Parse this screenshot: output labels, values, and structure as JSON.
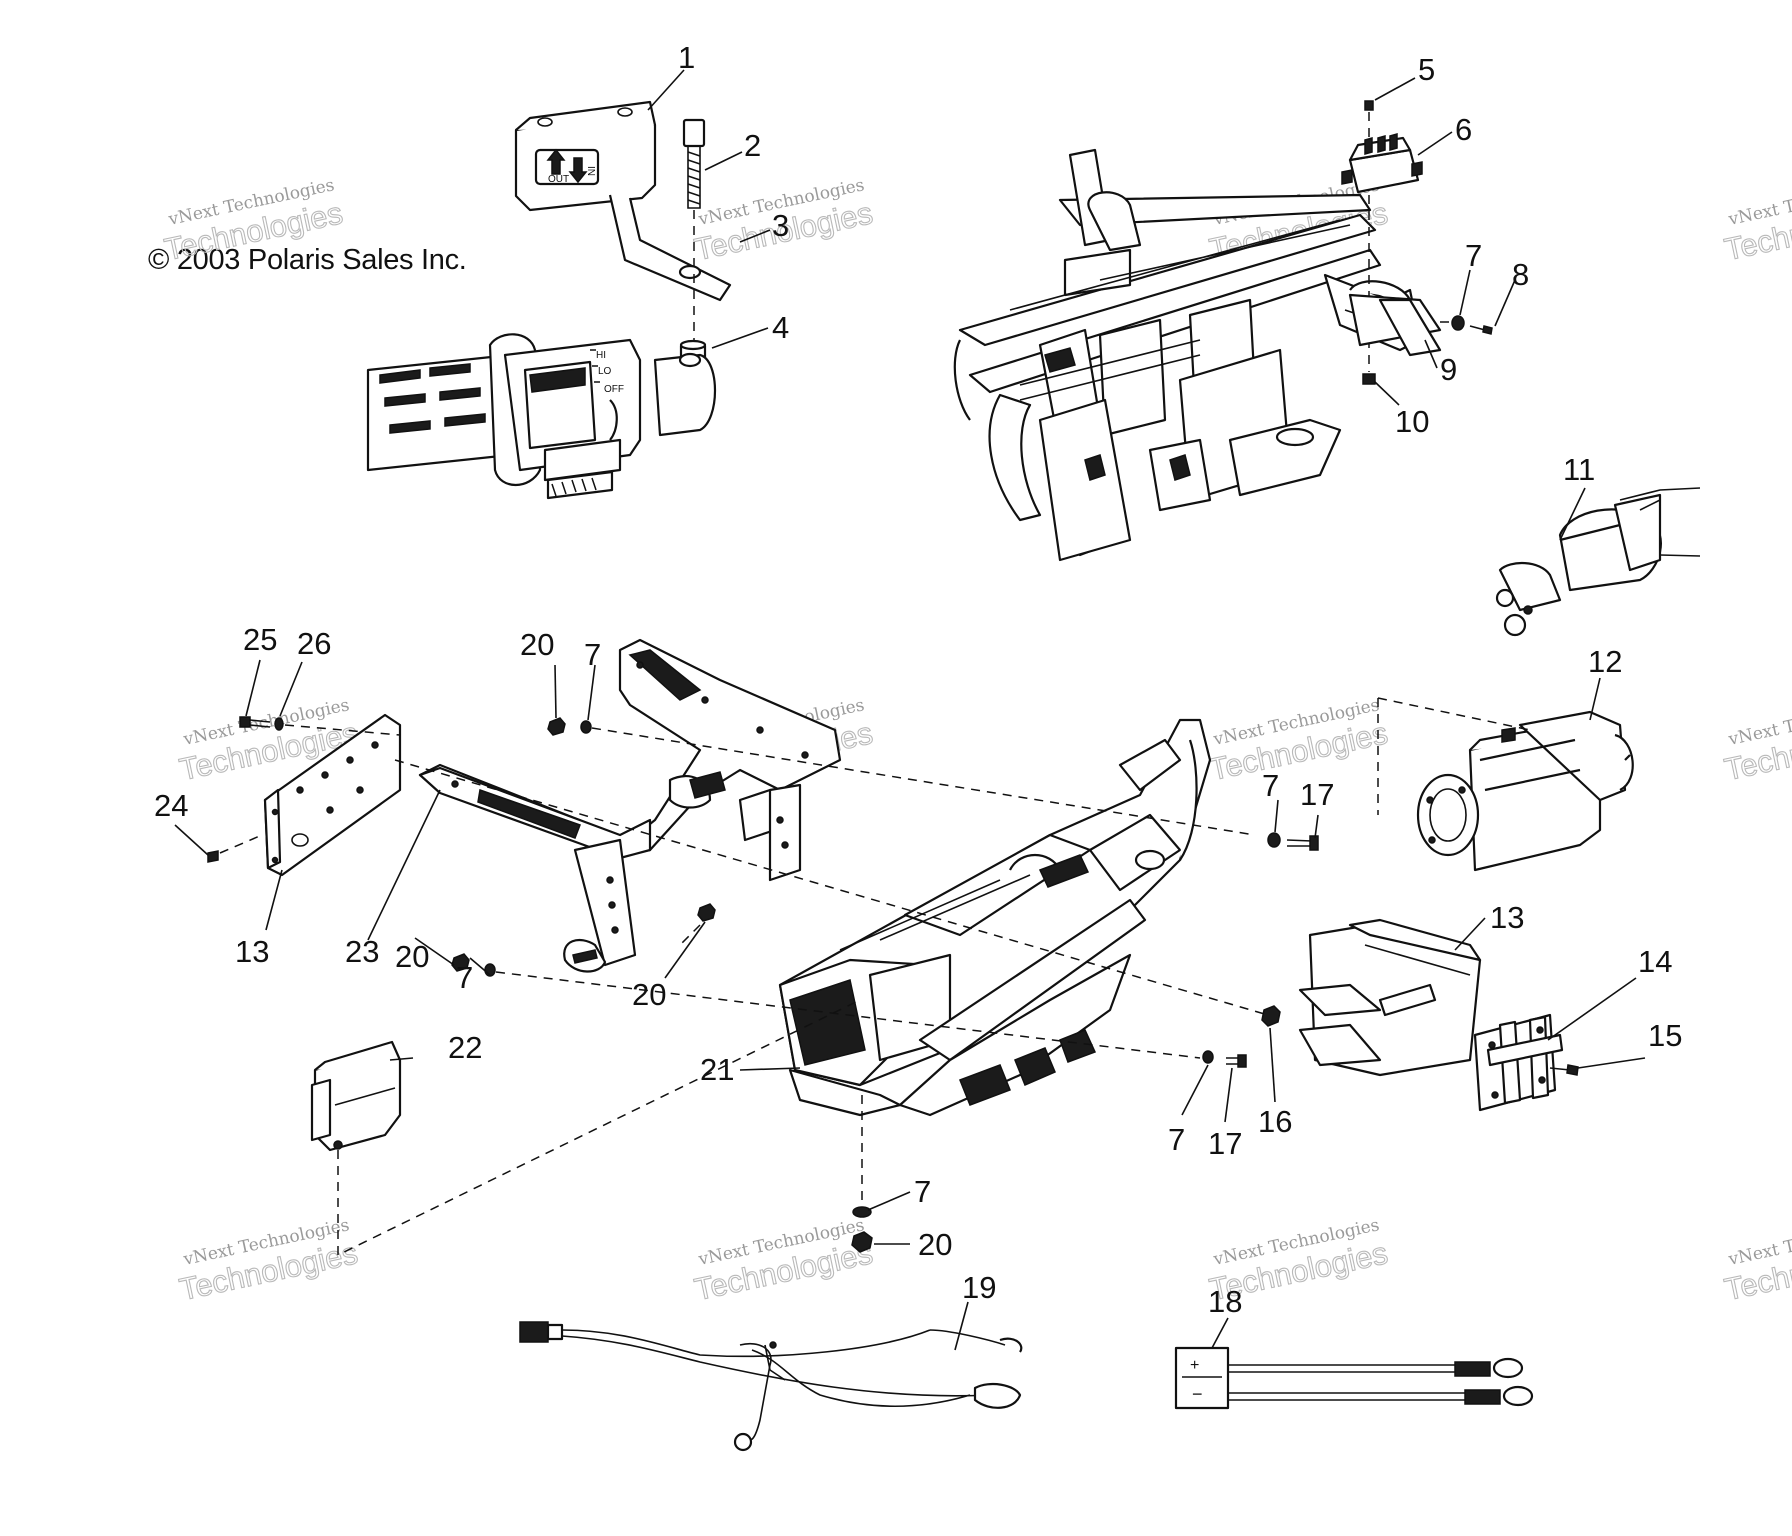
{
  "copyright": "© 2003 Polaris Sales Inc.",
  "watermark": {
    "line1": "vNext Technologies",
    "line2": "Technologies"
  },
  "switch_labels": {
    "out": "OUT",
    "in": "IN",
    "hi": "HI",
    "lo": "LO",
    "off": "OFF"
  },
  "callouts": [
    "1",
    "2",
    "3",
    "4",
    "5",
    "6",
    "7",
    "8",
    "9",
    "10",
    "11",
    "12",
    "13",
    "14",
    "15",
    "16",
    "17",
    "18",
    "19",
    "20",
    "21",
    "22",
    "23",
    "24",
    "25",
    "26"
  ],
  "callout_positions_labels": {
    "c1": "1",
    "c2": "2",
    "c3": "3",
    "c4": "4",
    "c5": "5",
    "c6": "6",
    "c7a": "7",
    "c8": "8",
    "c9": "9",
    "c10": "10",
    "c11": "11",
    "c12": "12",
    "c13a": "13",
    "c13b": "13",
    "c14": "14",
    "c15": "15",
    "c16": "16",
    "c17a": "17",
    "c17b": "17",
    "c7b": "7",
    "c7c": "7",
    "c7d": "7",
    "c7e": "7",
    "c18": "18",
    "c19": "19",
    "c20a": "20",
    "c20b": "20",
    "c20c": "20",
    "c20d": "20",
    "c21": "21",
    "c22": "22",
    "c23": "23",
    "c24": "24",
    "c25": "25",
    "c26": "26"
  },
  "battery_symbols": {
    "plus": "+",
    "minus": "−"
  }
}
